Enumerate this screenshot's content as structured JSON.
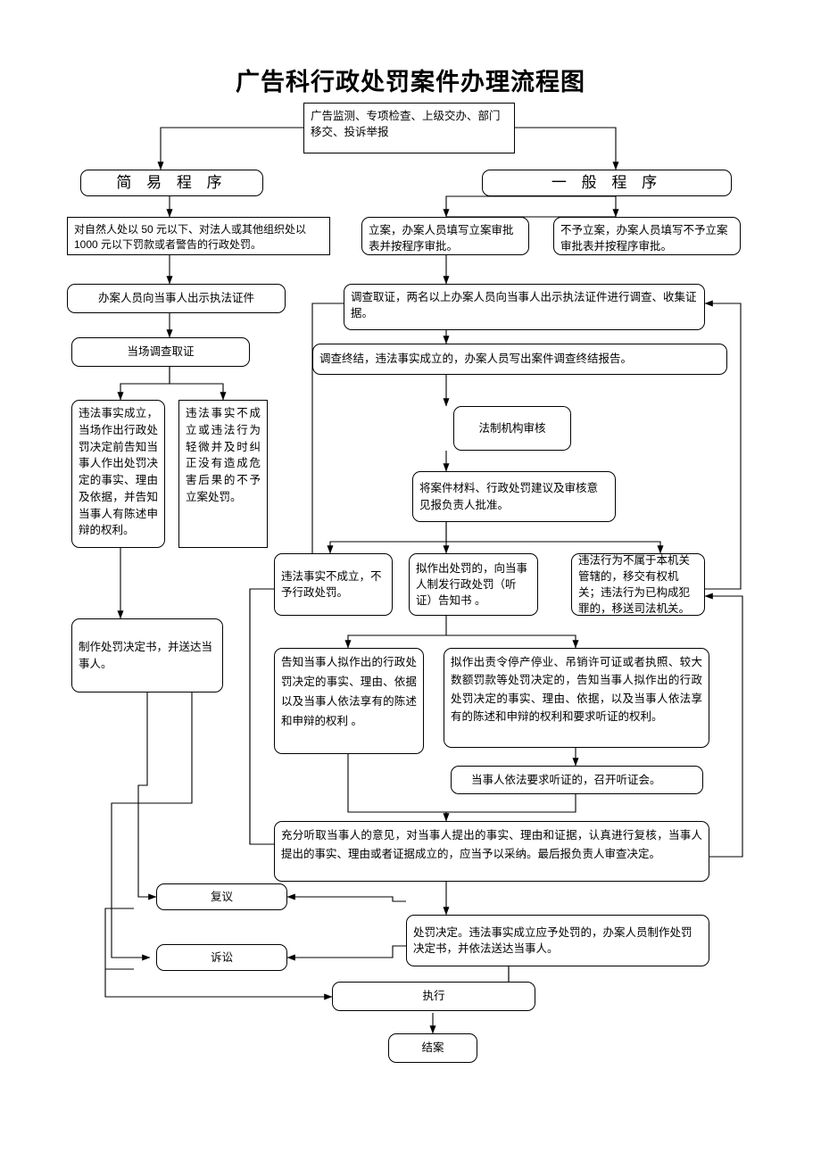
{
  "title": "广告科行政处罚案件办理流程图",
  "nodes": {
    "source": "广告监测、专项检查、上级交办、部门移交、投诉举报",
    "simple_header": "简 易 程 序",
    "general_header": "一 般 程 序",
    "simple_penalty": "对自然人处以 50 元以下、对法人或其他组织处以 1000 元以下罚款或者警告的行政处罚。",
    "show_cert": "办案人员向当事人出示执法证件",
    "onsite_investigate": "当场调查取证",
    "onsite_established": "违法事实成立，当场作出行政处罚决定前告知当事人作出处罚决定的事实、理由及依据，并告知当事人有陈述申辩的权利。",
    "onsite_not_established": "违法事实不成立或违法行为轻微并及时纠正没有造成危害后果的不予立案处罚。",
    "make_decision_doc": "制作处罚决定书，并送达当事人。",
    "file_case": "立案，办案人员填写立案审批表并按程序审批。",
    "no_file_case": "不予立案，办案人员填写不予立案审批表并按程序审批。",
    "investigate_evidence": "调查取证，两名以上办案人员向当事人出示执法证件进行调查、收集证据。",
    "investigation_report": "调查终结，违法事实成立的，办案人员写出案件调查终结报告。",
    "legal_review": "法制机构审核",
    "submit_approval": "将案件材料、行政处罚建议及审核意见报负责人批准。",
    "not_established": "违法事实不成立，不予行政处罚。",
    "intend_penalty": "拟作出处罚的，向当事人制发行政处罚（听证）告知书 。",
    "not_jurisdiction": "违法行为不属于本机关管辖的，移交有权机关；违法行为已构成犯罪的，移送司法机关。",
    "inform_party": "告知当事人拟作出的行政处罚决定的事实、理由、依据以及当事人依法享有的陈述和申辩的权利 。",
    "major_penalty": "拟作出责令停产停业、吊销许可证或者执照、较大数额罚款等处罚决定的，告知当事人拟作出的行政处罚决定的事实、理由、依据，以及当事人依法享有的陈述和申辩的权利和要求听证的权利。",
    "hearing": "当事人依法要求听证的，召开听证会。",
    "full_hearing": "充分听取当事人的意见，对当事人提出的事实、理由和证据，认真进行复核，当事人提出的事实、理由或者证据成立的，应当予以采纳。最后报负责人审查决定。",
    "penalty_decision": "处罚决定。违法事实成立应予处罚的，办案人员制作处罚决定书，并依法送达当事人。",
    "review": "复议",
    "litigation": "诉讼",
    "execute": "执行",
    "close_case": "结案"
  }
}
